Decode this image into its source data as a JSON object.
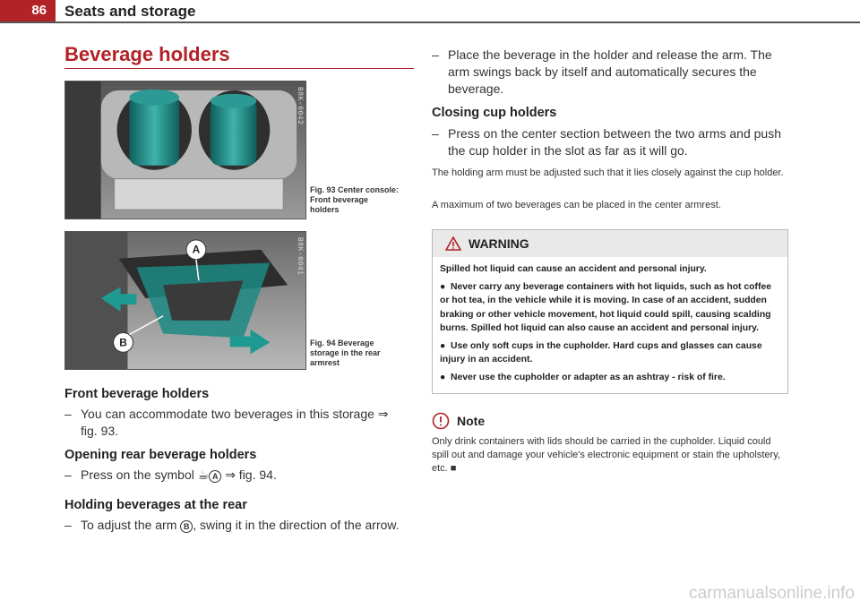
{
  "header": {
    "page_number": "86",
    "section_title": "Seats and storage"
  },
  "page_title": "Beverage holders",
  "figures": [
    {
      "code": "B8K-0042",
      "caption": "Fig. 93  Center console: Front beverage holders"
    },
    {
      "code": "B8K-0041",
      "caption": "Fig. 94  Beverage storage in the rear armrest"
    }
  ],
  "left": {
    "front_heading": "Front beverage holders",
    "front_text": "You can accommodate two beverages in this storage ⇒ fig. 93.",
    "opening_heading": "Opening rear beverage holders",
    "opening_text": "Press on the symbol",
    "opening_ref": "⇒ fig. 94.",
    "holding_heading": "Holding beverages at the rear",
    "holding_text_a": "To adjust the arm",
    "holding_text_b": ", swing it in the direction of the arrow.",
    "label_a": "A",
    "label_b": "B",
    "cup_symbol": "cup-icon"
  },
  "right": {
    "place_text": "Place the beverage in the holder and release the arm. The arm swings back by itself and automatically secures the beverage.",
    "closing_heading": "Closing cup holders",
    "closing_text": "Press on the center section between the two arms and push the cup holder in the slot as far as it will go.",
    "note_1": "The holding arm must be adjusted such that it lies closely against the cup holder.",
    "note_2": "A maximum of two beverages can be placed in the center armrest.",
    "warning": {
      "title": "WARNING",
      "lead": "Spilled hot liquid can cause an accident and personal injury.",
      "items": [
        "Never carry any beverage containers with hot liquids, such as hot coffee or hot tea, in the vehicle while it is moving. In case of an accident, sudden braking or other vehicle movement, hot liquid could spill, causing scalding burns. Spilled hot liquid can also cause an accident and personal injury.",
        "Use only soft cups in the cupholder. Hard cups and glasses can cause injury in an accident.",
        "Never use the cupholder or adapter as an ashtray - risk of fire."
      ]
    },
    "note": {
      "title": "Note",
      "text": "Only drink containers with lids should be carried in the cupholder. Liquid could spill out and damage your vehicle's electronic equipment or stain the upholstery, etc. ■"
    }
  },
  "watermark": "carmanualsonline.info",
  "colors": {
    "accent": "#b22226",
    "teal": "#1a8f8a"
  }
}
